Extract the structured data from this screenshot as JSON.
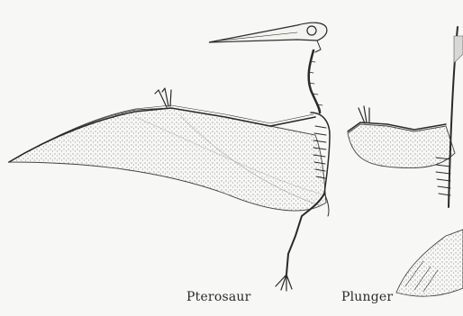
{
  "captions": {
    "left": "Pterosaur",
    "right": "Plunger"
  },
  "colors": {
    "background": "#f7f7f5",
    "ink": "#2a2a2a",
    "stipple": "#555555"
  },
  "illustrations": [
    {
      "name": "pterosaur-skeleton-with-wing-membrane"
    },
    {
      "name": "plunger-wing-skeleton-partial"
    }
  ]
}
